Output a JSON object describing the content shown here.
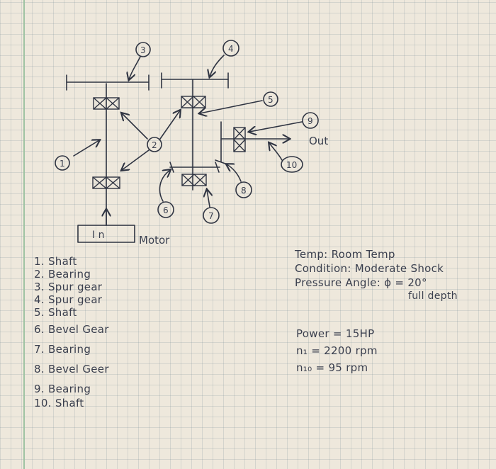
{
  "diagram": {
    "callouts": [
      "1",
      "2",
      "3",
      "4",
      "5",
      "6",
      "7",
      "8",
      "9",
      "10"
    ],
    "motor_label": "Motor",
    "motor_box_text": "I n",
    "out_label": "Out"
  },
  "legend": [
    "1. Shaft",
    "2. Bearing",
    "3. Spur gear",
    "4. Spur gear",
    "5. Shaft",
    "6. Bevel Gear",
    "7. Bearing",
    "8. Bevel Geer",
    "9. Bearing",
    "10. Shaft"
  ],
  "conditions": {
    "temp": "Temp: Room Temp",
    "condition": "Condition: Moderate Shock",
    "pressure_angle": "Pressure Angle: ϕ = 20°",
    "depth": "full depth"
  },
  "specs": {
    "power": "Power = 15HP",
    "n1": "n₁ = 2200 rpm",
    "n10": "n₁₀ = 95 rpm"
  }
}
